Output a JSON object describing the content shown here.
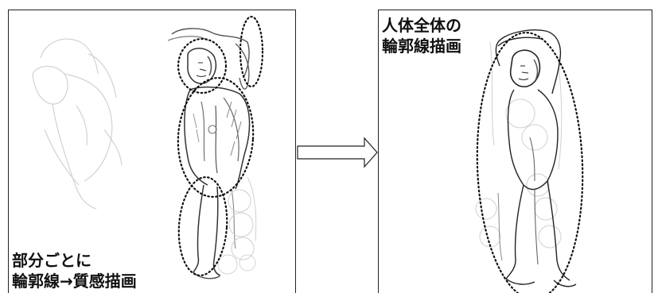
{
  "left_panel": {
    "caption_line1": "部分ごとに",
    "caption_line2": "輪郭線→質感描画"
  },
  "right_panel": {
    "caption_line1": "人体全体の",
    "caption_line2": "輪郭線描画"
  },
  "arrow": {
    "icon": "right-arrow-icon"
  },
  "colors": {
    "line": "#222222",
    "sketch_light": "#cfcfcf",
    "sketch_mid": "#9a9a9a",
    "outline": "#111111"
  }
}
